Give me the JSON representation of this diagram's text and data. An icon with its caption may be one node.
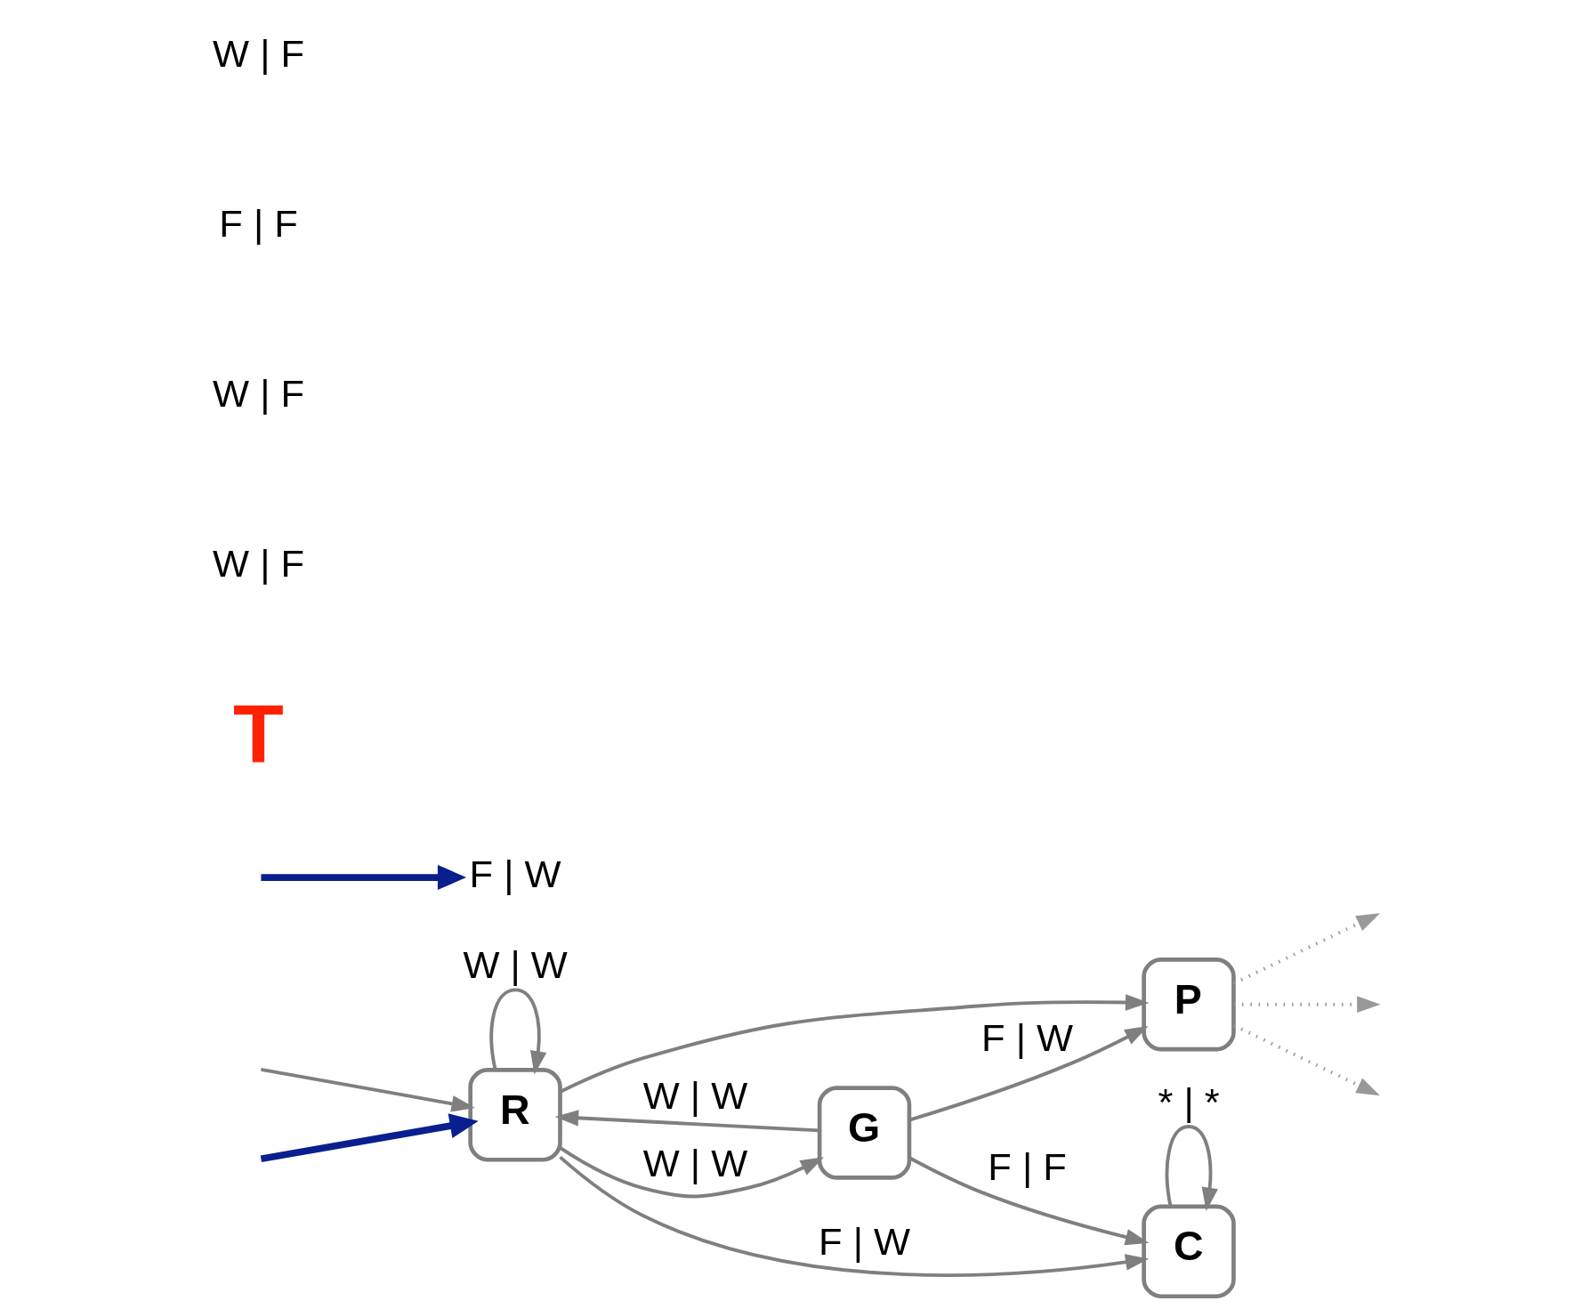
{
  "diagram": {
    "nodes": [
      {
        "text": [
          "R"
        ]
      },
      {
        "text": [
          "G"
        ]
      },
      {
        "text": [
          "P"
        ]
      },
      {
        "text": [
          "C"
        ]
      },
      {
        "text": [
          "F | W"
        ]
      }
    ],
    "edges": [
      {
        "from": null,
        "to": 0,
        "arrow": "to"
      },
      {
        "from": 0,
        "to": 0,
        "arrow": "to",
        "label": "W | W"
      },
      {
        "from": 1,
        "to": 0,
        "arrow": "to",
        "label": "W | W"
      },
      {
        "from": 0,
        "to": 1,
        "arrow": "to",
        "label": "W | W"
      },
      {
        "from": 0,
        "to": 2,
        "arrow": "to"
      },
      {
        "from": 1,
        "to": 2,
        "arrow": "to",
        "label": "F | W"
      },
      {
        "from": 0,
        "to": 3,
        "arrow": "to",
        "label": "F | W"
      },
      {
        "from": 1,
        "to": 3,
        "arrow": "to",
        "label": "F | F"
      },
      {
        "from": 3,
        "to": 3,
        "arrow": "to",
        "label": "* | *"
      },
      {
        "from": 2,
        "to": null,
        "arrow": "to",
        "style": "dashed",
        "color": "#999999"
      },
      {
        "from": 2,
        "to": null,
        "arrow": "to",
        "style": "dashed",
        "color": "#999999"
      },
      {
        "from": 2,
        "to": null,
        "arrow": "to",
        "style": "dashed",
        "color": "#999999"
      },
      {
        "from": null,
        "to": 0,
        "arrow": "to",
        "style": "thick",
        "color": "#0a1f8f"
      },
      {
        "from": null,
        "to": 4,
        "arrow": "to",
        "style": "thick",
        "color": "#0a1f8f"
      }
    ],
    "labels": [
      "T",
      "W | F",
      "W | F",
      "F | F",
      "W | F"
    ]
  }
}
